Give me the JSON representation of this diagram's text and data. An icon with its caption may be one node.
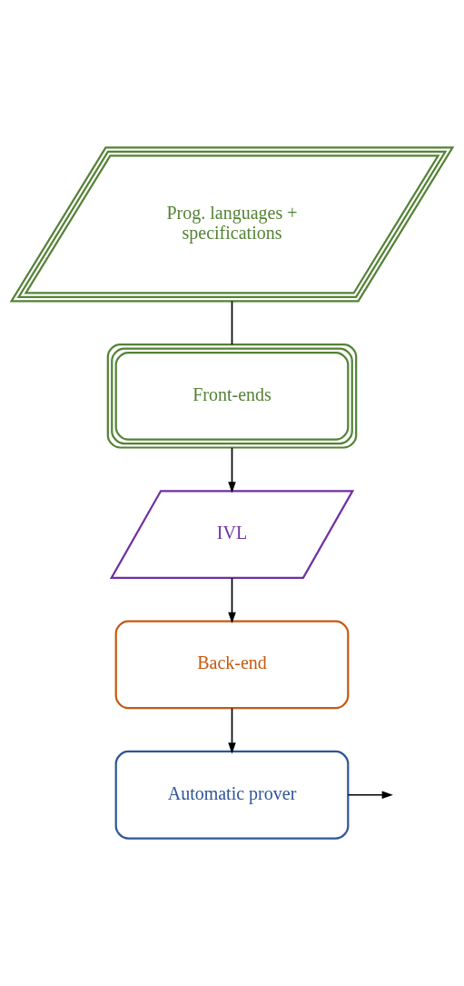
{
  "diagram": {
    "nodes": [
      {
        "text": [
          "Prog. languages + specifications"
        ]
      },
      {
        "text": [
          "Front-ends"
        ]
      },
      {
        "text": [
          "IVL"
        ]
      },
      {
        "text": [
          "Back-end"
        ]
      },
      {
        "text": [
          "Automatic prover"
        ]
      }
    ],
    "edges": [
      {
        "from": 0,
        "to": 1,
        "arrow": "none"
      },
      {
        "from": 1,
        "to": 2,
        "arrow": "to"
      },
      {
        "from": 2,
        "to": 3,
        "arrow": "to"
      },
      {
        "from": 3,
        "to": 4,
        "arrow": "to"
      },
      {
        "from": 4,
        "to": null,
        "arrow": "to"
      }
    ]
  }
}
